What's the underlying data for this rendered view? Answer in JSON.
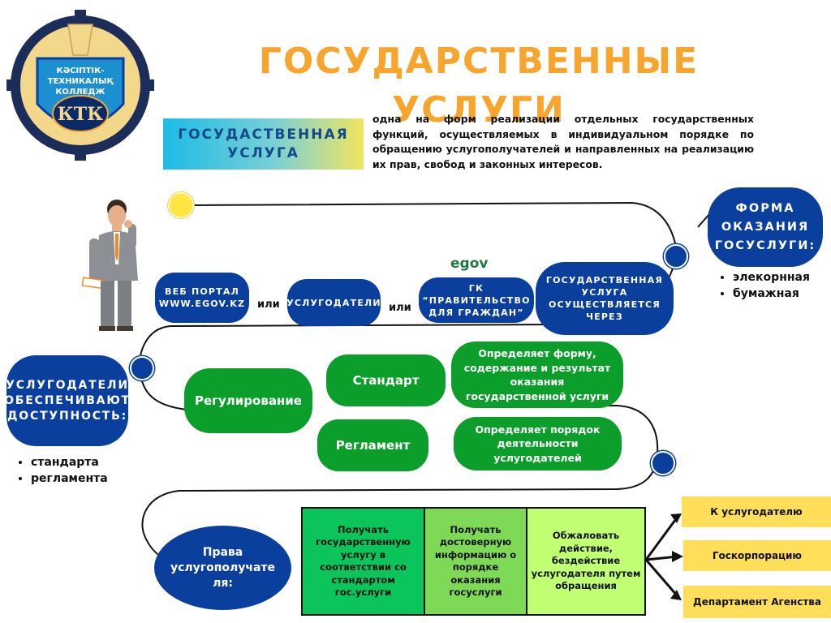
{
  "logo": {
    "text_line1": "КӘСІПТІК-",
    "text_line2": "ТЕХНИКАЛЫҚ",
    "text_line3": "КОЛЛЕДЖ",
    "monogram": "КТК"
  },
  "title": "ГОСУДАРСТВЕННЫЕ УСЛУГИ",
  "definition": {
    "term": "ГОСУДАСТВЕННАЯ УСЛУГА",
    "text": "одна на форм реализации отдельных государственных функций, осуществляемых в индивидуальном порядке по обращению услугополучателей и направленных на реализацию их прав, свобод и законных интересов."
  },
  "forma": {
    "heading": "ФОРМА ОКАЗАНИЯ ГОСУСЛУГИ:",
    "items": [
      "элекорнная",
      "бумажная"
    ]
  },
  "channels": {
    "web_portal": "ВЕБ ПОРТАЛ WWW.EGOV.KZ",
    "or1": "или",
    "providers": "УСЛУГОДАТЕЛИ",
    "or2": "или",
    "gk": "ГК “ПРАВИТЕЛЬСТВО ДЛЯ ГРАЖДАН”",
    "egov_logo": "egov",
    "via": "ГОСУДАРСТВЕННАЯ УСЛУГА ОСУЩЕСТВЛЯЕТСЯ ЧЕРЕЗ"
  },
  "access": {
    "heading": "УСЛУГОДАТЕЛИ ОБЕСПЕЧИВАЮТ ДОСТУПНОСТЬ:",
    "items": [
      "стандарта",
      "регламента"
    ]
  },
  "regulation": {
    "label": "Регулирование",
    "standard": "Стандарт",
    "standard_desc": "Определяет форму, содержание и результат оказания государственной услуги",
    "reglament": "Регламент",
    "reglament_desc": "Определяет порядок деятельности услугодателей"
  },
  "rights": {
    "heading": "Права услугополучате ля:",
    "cells": [
      "Получать государственную услугу в соответствии со стандартом гос.услуги",
      "Получать достоверную информацию о порядке оказания госуслуги",
      "Обжаловать действие, бездействие услугодателя путем обращения"
    ],
    "targets": [
      "К услугодателю",
      "Госкорпорацию",
      "Департамент Агенства"
    ]
  },
  "colors": {
    "navy": "#0a3f9e",
    "green": "#0c9e2b",
    "title_orange": "#f7a52c",
    "yellow": "#ffde59",
    "cell1": "#0bc45a",
    "cell2": "#7ed957",
    "cell3": "#c1ff72"
  },
  "icons": [
    "person-phone-icon",
    "sun-dot-icon",
    "egov-logo-icon",
    "college-emblem-icon"
  ]
}
